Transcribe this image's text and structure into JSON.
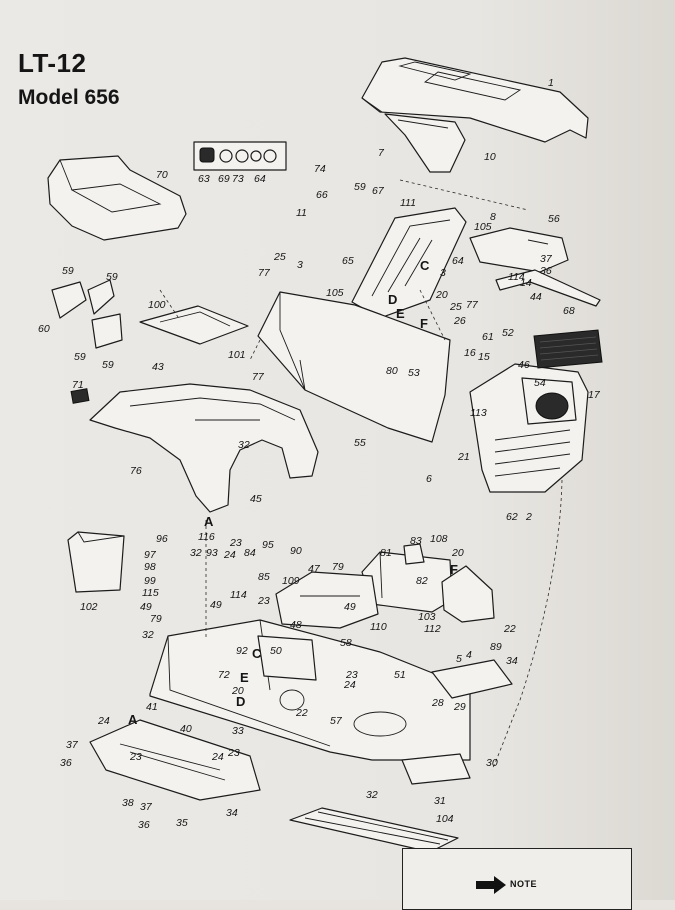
{
  "header": {
    "title": "LT-12",
    "subtitle": "Model 656"
  },
  "note": {
    "label": "NOTE"
  },
  "callouts": {
    "c1": "1",
    "c7": "7",
    "c10": "10",
    "c70": "70",
    "c63": "63",
    "c69": "69",
    "c73": "73",
    "c64": "64",
    "c74": "74",
    "c66": "66",
    "c59a": "59",
    "c67": "67",
    "c11": "11",
    "c111": "111",
    "c105a": "105",
    "c8": "8",
    "c56": "56",
    "c37a": "37",
    "c36a": "36",
    "c114a": "114",
    "c14": "14",
    "c59b": "59",
    "c59c": "59",
    "c60": "60",
    "c59d": "59",
    "c59e": "59",
    "c100": "100",
    "c25a": "25",
    "c3a": "3",
    "c65a": "65",
    "c64b": "64",
    "c3b": "3",
    "c20a": "20",
    "c25b": "25",
    "c77a": "77",
    "c105b": "105",
    "c26": "26",
    "c77b": "77",
    "c77c": "77",
    "c101": "101",
    "c44": "44",
    "c52": "52",
    "c68": "68",
    "c61": "61",
    "c46": "46",
    "c16": "16",
    "c15": "15",
    "c54": "54",
    "c17": "17",
    "c71": "71",
    "c43": "43",
    "c80": "80",
    "c53": "53",
    "c113": "113",
    "c55": "55",
    "c32a": "32",
    "c76": "76",
    "c21": "21",
    "c6": "6",
    "c45": "45",
    "c62": "62",
    "c2": "2",
    "c96": "96",
    "c116": "116",
    "c23a": "23",
    "c97": "97",
    "c32b": "32",
    "c93": "93",
    "c24a": "24",
    "c84": "84",
    "c95": "95",
    "c90": "90",
    "c98": "98",
    "c85": "85",
    "c99": "99",
    "c83": "83",
    "c108": "108",
    "c81": "81",
    "c20b": "20",
    "c82": "82",
    "c115": "115",
    "c49a": "49",
    "c49b": "49",
    "c114b": "114",
    "c109": "109",
    "c47": "47",
    "c79a": "79",
    "c79b": "79",
    "c103": "103",
    "c49c": "49",
    "c102": "102",
    "c23b": "23",
    "c48": "48",
    "c110": "110",
    "c112": "112",
    "c22a": "22",
    "c32c": "32",
    "c50": "50",
    "c58": "58",
    "c89": "89",
    "c5": "5",
    "c4": "4",
    "c34a": "34",
    "c72": "72",
    "c23c": "23",
    "c24b": "24",
    "c51": "51",
    "c41": "41",
    "c20c": "20",
    "c22b": "22",
    "c24c": "24",
    "c28": "28",
    "c29": "29",
    "c33": "33",
    "c57": "57",
    "c40": "40",
    "c37b": "37",
    "c36b": "36",
    "c23d": "23",
    "c24d": "24",
    "c23e": "23",
    "c30": "30",
    "c38": "38",
    "c37c": "37",
    "c36c": "36",
    "c35": "35",
    "c34b": "34",
    "c32d": "32",
    "c31": "31",
    "c104": "104",
    "c92": "92"
  },
  "refs": {
    "rC1": "C",
    "rD1": "D",
    "rE1": "E",
    "rF1": "F",
    "rA1": "A",
    "rF2": "F",
    "rC2": "C",
    "rE2": "E",
    "rD2": "D",
    "rA2": "A"
  }
}
